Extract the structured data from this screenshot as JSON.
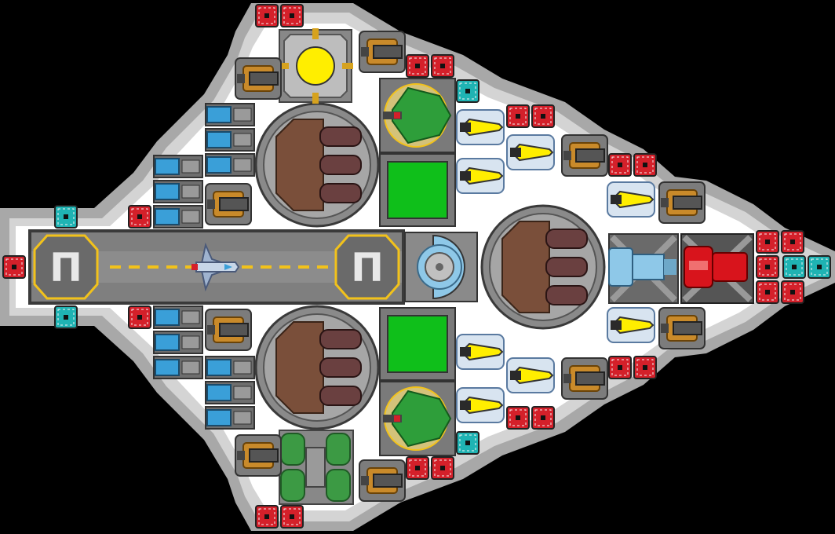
{
  "game": {
    "view": "ship-blueprint-top-down",
    "hangar": {
      "pad_glyph_left": "Π",
      "pad_glyph_right": "Π"
    },
    "colors": {
      "background": "#000000",
      "hull_dark": "#9e9e9e",
      "hull_light": "#d8d8d8",
      "deck": "#ffffff",
      "runway": "#7d7d7d",
      "runway_stripe": "#f2c21b",
      "pad_ring": "#f2c21b",
      "missile_red": "#d4202a",
      "missile_teal": "#1fb3b3",
      "reactor_yellow": "#ffee00",
      "shield_green": "#0fbf1a",
      "cannon_brown": "#7a4f3a",
      "thruster_blue": "#3a9fd8",
      "engine_ice": "#8ec8e8",
      "engine_red": "#d8141c",
      "orange_gun": "#c98a2a",
      "green_tank": "#3c9a44"
    },
    "icons": [
      "missile-pod-icon",
      "reactor-icon",
      "cannon-turret-icon",
      "shield-generator-icon",
      "thruster-icon",
      "fighter-icon",
      "landing-pad-icon",
      "engine-icon",
      "fuel-tank-icon",
      "laser-cannon-icon"
    ]
  }
}
